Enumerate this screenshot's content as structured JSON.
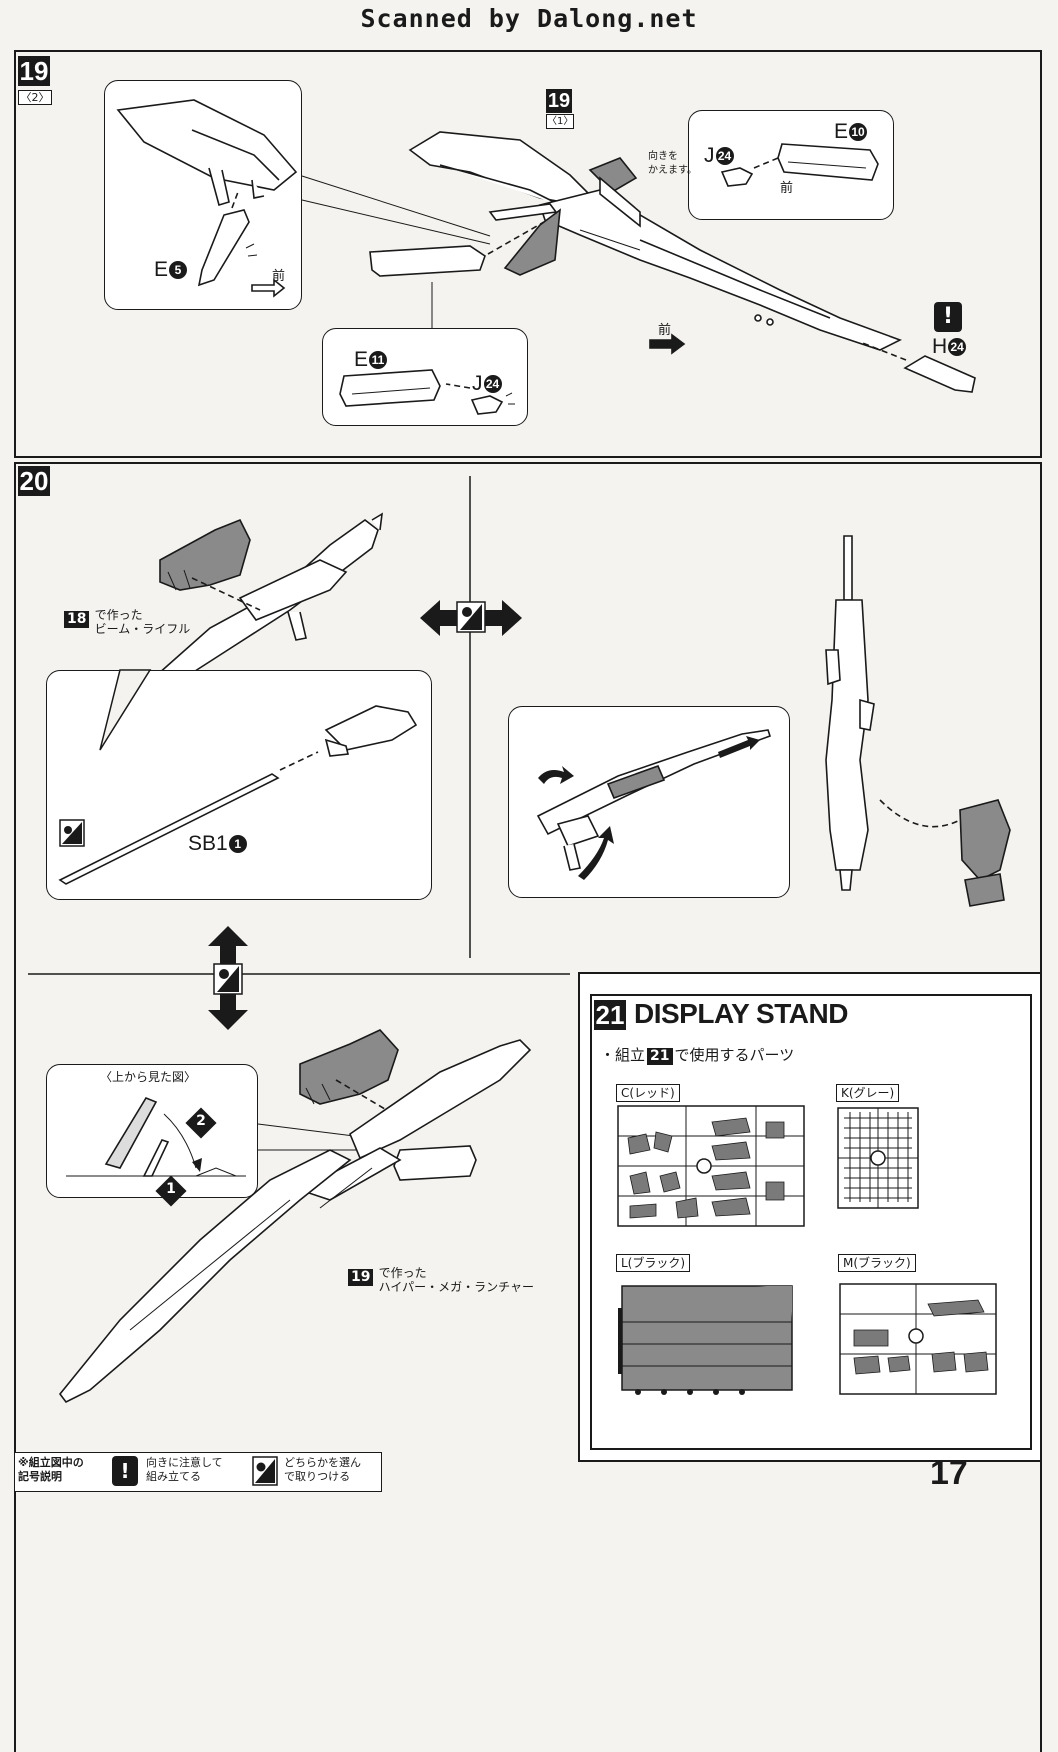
{
  "header": "Scanned by Dalong.net",
  "step19": {
    "number": "19",
    "sub": "〈2〉",
    "ref_number": "19",
    "ref_sub": "〈1〉",
    "part_e5": "E",
    "part_e5_num": "5",
    "front": "前",
    "front2": "前",
    "front3": "前",
    "part_e11": "E",
    "part_e11_num": "11",
    "part_j24a": "J",
    "part_j24a_num": "24",
    "part_e10": "E",
    "part_e10_num": "10",
    "part_j24b": "J",
    "part_j24b_num": "24",
    "turn_note": "向きを\nかえます。",
    "part_h24": "H",
    "part_h24_num": "24",
    "warn_mark": "!"
  },
  "step20": {
    "number": "20",
    "rifle_ref_num": "18",
    "rifle_ref_text": "で作った\nビーム・ライフル",
    "sb_part": "SB1",
    "sb_num": "1",
    "topview_label": "〈上から見た図〉",
    "step1": "1",
    "step2": "2",
    "launcher_ref_num": "19",
    "launcher_ref_text": "で作った\nハイパー・メガ・ランチャー"
  },
  "step21": {
    "number": "21",
    "title": "DISPLAY STAND",
    "parts_prefix": "・組立",
    "parts_num": "21",
    "parts_suffix": "で使用するパーツ",
    "sprues": [
      {
        "label": "C(レッド)"
      },
      {
        "label": "K(グレー)"
      },
      {
        "label": "L(ブラック)"
      },
      {
        "label": "M(ブラック)"
      }
    ]
  },
  "legend": {
    "title": "※組立図中の\n記号説明",
    "warn_mark": "!",
    "warn_text": "向きに注意して\n組み立てる",
    "choose_text": "どちらかを選ん\nで取りつける"
  },
  "page_number": "17"
}
